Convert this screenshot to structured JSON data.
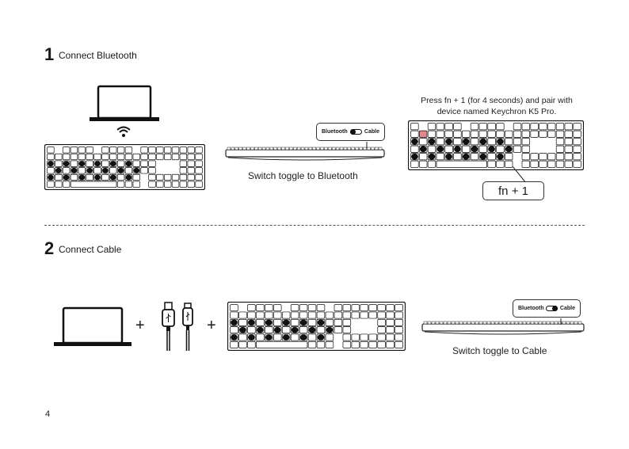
{
  "step1": {
    "number": "1",
    "title": "Connect Bluetooth",
    "toggle_caption": "Switch toggle to Bluetooth",
    "pair_instruction_line1": "Press fn + 1 (for 4 seconds) and pair with",
    "pair_instruction_line2": "device named Keychron K5 Pro.",
    "callout": {
      "left_label": "Bluetooth",
      "right_label": "Cable"
    },
    "fn_combo": "fn  +  1"
  },
  "step2": {
    "number": "2",
    "title": "Connect Cable",
    "plus1": "+",
    "plus2": "+",
    "toggle_caption": "Switch toggle to Cable",
    "callout": {
      "left_label": "Bluetooth",
      "right_label": "Cable"
    }
  },
  "page_number": "4",
  "colors": {
    "highlight_key": "#e8868d",
    "ink": "#1a1a1a"
  }
}
